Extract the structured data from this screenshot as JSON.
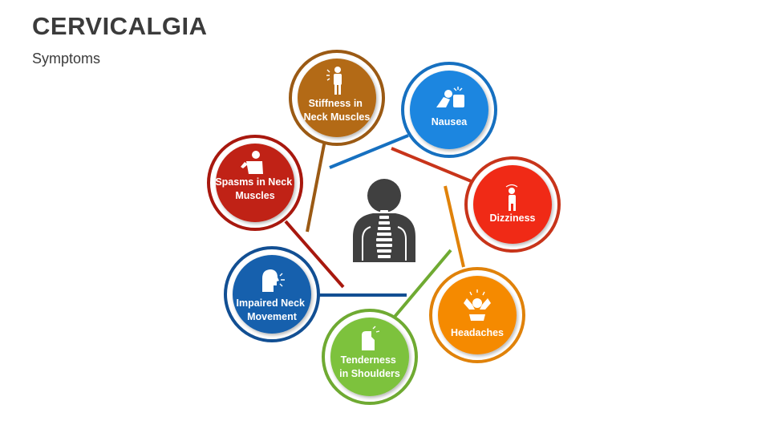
{
  "title": "CERVICALGIA",
  "subtitle": "Symptoms",
  "center_icon": "neck-spine-person-icon",
  "nodes": [
    {
      "key": "stiffness",
      "lines": [
        "Stiffness in",
        "Neck Muscles"
      ],
      "icon": "stiff-neck-person-icon",
      "ring": "#9b5a14",
      "fill": "#b36a14",
      "fill_light": "#c47a22"
    },
    {
      "key": "nausea",
      "lines": [
        "Nausea"
      ],
      "icon": "vomiting-person-icon",
      "ring": "#1670c0",
      "fill": "#1a86e0",
      "fill_light": "#2196f3"
    },
    {
      "key": "dizziness",
      "lines": [
        "Dizziness"
      ],
      "icon": "dizzy-person-icon",
      "ring": "#c8341a",
      "fill": "#f02a12",
      "fill_light": "#ff3a1e"
    },
    {
      "key": "headaches",
      "lines": [
        "Headaches"
      ],
      "icon": "headache-person-icon",
      "ring": "#e0820a",
      "fill": "#f58a06",
      "fill_light": "#ff9a10"
    },
    {
      "key": "tenderness",
      "lines": [
        "Tenderness",
        "in Shoulders"
      ],
      "icon": "shoulder-pain-icon",
      "ring": "#6faa32",
      "fill": "#7dc23e",
      "fill_light": "#8ed14a"
    },
    {
      "key": "impaired",
      "lines": [
        "Impaired Neck",
        "Movement"
      ],
      "icon": "neck-pain-head-icon",
      "ring": "#124f93",
      "fill": "#1660ad",
      "fill_light": "#1b6ec0"
    },
    {
      "key": "spasms",
      "lines": [
        "Spasms in Neck",
        "Muscles"
      ],
      "icon": "neck-spasm-person-icon",
      "ring": "#a8180e",
      "fill": "#c02212",
      "fill_light": "#d22a16"
    }
  ]
}
